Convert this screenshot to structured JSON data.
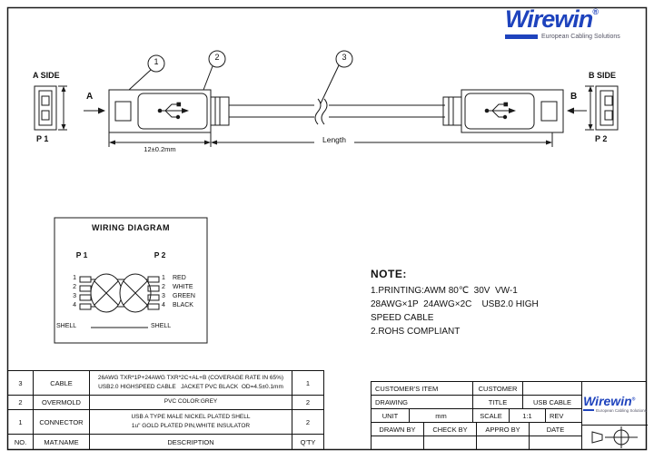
{
  "brand": {
    "name": "Wirewin",
    "reg": "®",
    "tagline": "European Cabling Solutions",
    "color": "#1e43bd"
  },
  "assembly": {
    "a_side": "A SIDE",
    "b_side": "B SIDE",
    "p1": "P 1",
    "p2": "P 2",
    "view_a": "A",
    "view_b": "B",
    "callout_1": "1",
    "callout_2": "2",
    "callout_3": "3",
    "dim_shell": "12±0.2mm",
    "dim_length": "Length"
  },
  "wiring_diagram": {
    "title": "WIRING DIAGRAM",
    "p1": "P 1",
    "p2": "P 2",
    "left_pins": [
      "1",
      "2",
      "3",
      "4"
    ],
    "right_pins": [
      "1",
      "2",
      "3",
      "4"
    ],
    "wire_colors": [
      "RED",
      "WHITE",
      "GREEN",
      "BLACK"
    ],
    "shell_left": "SHELL",
    "shell_right": "SHELL"
  },
  "note": {
    "title": "NOTE:",
    "line1": "1.PRINTING:AWM 80℃  30V  VW-1",
    "line2": "28AWG×1P  24AWG×2C    USB2.0 HIGH",
    "line3": "SPEED CABLE",
    "line4": "2.ROHS COMPLIANT"
  },
  "bom": {
    "headers": {
      "no": "NO.",
      "mat": "MAT.NAME",
      "desc": "DESCRIPTION",
      "qty": "Q'TY"
    },
    "rows": [
      {
        "no": "3",
        "mat": "CABLE",
        "desc_line1": "26AWG TXR*1P+24AWG TXR*2C+AL+B (COVERAGE RATE IN 65%)",
        "desc_line2": "USB2.0 HIGHSPEED CABLE   JACKET PVC BLACK  OD=4.5±0.1mm",
        "qty": "1"
      },
      {
        "no": "2",
        "mat": "OVERMOLD",
        "desc_line1": "PVC COLOR:GREY",
        "desc_line2": "",
        "qty": "2"
      },
      {
        "no": "1",
        "mat": "CONNECTOR",
        "desc_line1": "USB A TYPE MALE NICKEL PLATED SHELL",
        "desc_line2": "1u\" GOLD PLATED PIN,WHITE INSULATOR",
        "qty": "2"
      }
    ]
  },
  "title_block": {
    "customers_item": "CUSTOMER'S ITEM",
    "customer": "CUSTOMER",
    "drawing": "DRAWING",
    "title_label": "TITLE",
    "title_value": "USB CABLE",
    "unit_label": "UNIT",
    "unit_value": "mm",
    "scale_label": "SCALE",
    "scale_value": "1:1",
    "rev_label": "REV",
    "drawn_by": "DRAWN BY",
    "check_by": "CHECK BY",
    "appro_by": "APPRO BY",
    "date": "DATE"
  }
}
